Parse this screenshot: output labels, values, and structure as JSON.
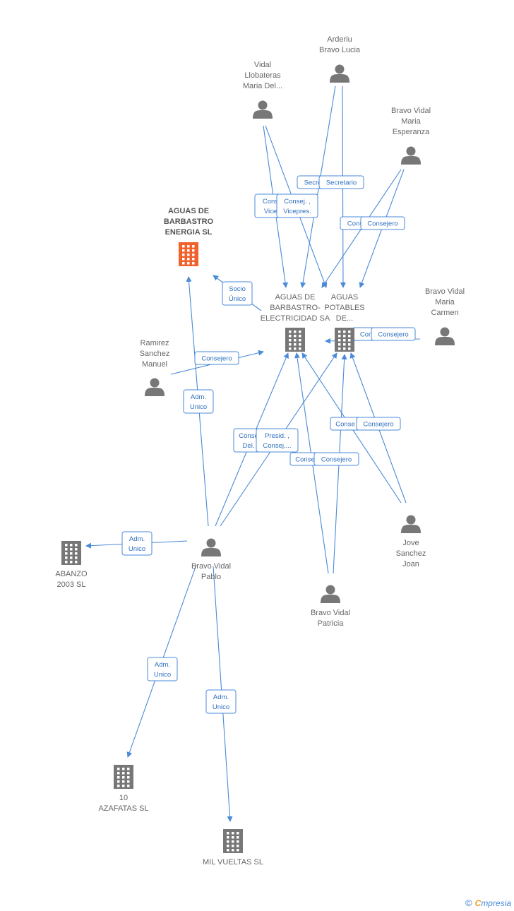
{
  "colors": {
    "edge": "#4a8ad8",
    "badge_text": "#2f6fbf",
    "node_gray": "#777777",
    "focus_company": "#f0612c",
    "label": "#666666"
  },
  "nodes": [
    {
      "id": "aguas_energia",
      "type": "company",
      "focus": true,
      "label": [
        "AGUAS DE",
        "BARBASTRO",
        "ENERGIA SL"
      ]
    },
    {
      "id": "aguas_electricidad",
      "type": "company",
      "label": [
        "AGUAS DE",
        "BARBASTRO-",
        "ELECTRICIDAD SA"
      ]
    },
    {
      "id": "aguas_potables",
      "type": "company",
      "label": [
        "AGUAS",
        "POTABLES",
        "DE..."
      ]
    },
    {
      "id": "abanzo",
      "type": "company",
      "label": [
        "ABANZO",
        "2003 SL"
      ]
    },
    {
      "id": "azafatas",
      "type": "company",
      "label": [
        "10",
        "AZAFATAS SL"
      ]
    },
    {
      "id": "mil_vueltas",
      "type": "company",
      "label": [
        "MIL VUELTAS SL"
      ]
    },
    {
      "id": "arderiu",
      "type": "person",
      "label": [
        "Arderiu",
        "Bravo Lucia"
      ]
    },
    {
      "id": "vidal_llobateras",
      "type": "person",
      "label": [
        "Vidal",
        "Llobateras",
        "Maria Del..."
      ]
    },
    {
      "id": "bravo_esperanza",
      "type": "person",
      "label": [
        "Bravo Vidal",
        "Maria",
        "Esperanza"
      ]
    },
    {
      "id": "bravo_carmen",
      "type": "person",
      "label": [
        "Bravo Vidal",
        "Maria",
        "Carmen"
      ]
    },
    {
      "id": "ramirez",
      "type": "person",
      "label": [
        "Ramirez",
        "Sanchez",
        "Manuel"
      ]
    },
    {
      "id": "bravo_pablo",
      "type": "person",
      "label": [
        "Bravo Vidal",
        "Pablo"
      ]
    },
    {
      "id": "jove",
      "type": "person",
      "label": [
        "Jove",
        "Sanchez",
        "Joan"
      ]
    },
    {
      "id": "bravo_patricia",
      "type": "person",
      "label": [
        "Bravo Vidal",
        "Patricia"
      ]
    }
  ],
  "edges": [
    {
      "from": "vidal_llobateras",
      "to": "aguas_electricidad"
    },
    {
      "from": "vidal_llobateras",
      "to": "aguas_potables"
    },
    {
      "from": "arderiu",
      "to": "aguas_electricidad"
    },
    {
      "from": "arderiu",
      "to": "aguas_potables"
    },
    {
      "from": "bravo_esperanza",
      "to": "aguas_electricidad"
    },
    {
      "from": "bravo_esperanza",
      "to": "aguas_potables"
    },
    {
      "from": "bravo_carmen",
      "to": "aguas_potables"
    },
    {
      "from": "aguas_electricidad",
      "to": "aguas_energia"
    },
    {
      "from": "ramirez",
      "to": "aguas_electricidad"
    },
    {
      "from": "bravo_pablo",
      "to": "aguas_energia"
    },
    {
      "from": "bravo_pablo",
      "to": "aguas_electricidad"
    },
    {
      "from": "bravo_pablo",
      "to": "aguas_potables"
    },
    {
      "from": "bravo_pablo",
      "to": "abanzo"
    },
    {
      "from": "bravo_pablo",
      "to": "azafatas"
    },
    {
      "from": "bravo_pablo",
      "to": "mil_vueltas"
    },
    {
      "from": "jove",
      "to": "aguas_electricidad"
    },
    {
      "from": "jove",
      "to": "aguas_potables"
    },
    {
      "from": "bravo_patricia",
      "to": "aguas_electricidad"
    },
    {
      "from": "bravo_patricia",
      "to": "aguas_potables"
    }
  ],
  "badges": [
    {
      "lines": [
        "Secre"
      ]
    },
    {
      "lines": [
        "Secretario"
      ]
    },
    {
      "lines": [
        "Cons",
        "Vice"
      ]
    },
    {
      "lines": [
        "Consej. ,",
        "Vicepres."
      ]
    },
    {
      "lines": [
        "Cons"
      ]
    },
    {
      "lines": [
        "Consejero"
      ]
    },
    {
      "lines": [
        "Socio",
        "Único"
      ]
    },
    {
      "lines": [
        "Cons"
      ]
    },
    {
      "lines": [
        "Consejero"
      ]
    },
    {
      "lines": [
        "Consejero"
      ]
    },
    {
      "lines": [
        "Adm.",
        "Unico"
      ]
    },
    {
      "lines": [
        "Conse",
        "Del."
      ]
    },
    {
      "lines": [
        "Presid. ,",
        "Consej...."
      ]
    },
    {
      "lines": [
        "Conse"
      ]
    },
    {
      "lines": [
        "Consejero"
      ]
    },
    {
      "lines": [
        "Conse"
      ]
    },
    {
      "lines": [
        "Consejero"
      ]
    },
    {
      "lines": [
        "Adm.",
        "Unico"
      ]
    },
    {
      "lines": [
        "Adm.",
        "Unico"
      ]
    },
    {
      "lines": [
        "Adm.",
        "Unico"
      ]
    }
  ],
  "footer": {
    "copyright": "©",
    "brand_first": "C",
    "brand_rest": "mpresia"
  }
}
